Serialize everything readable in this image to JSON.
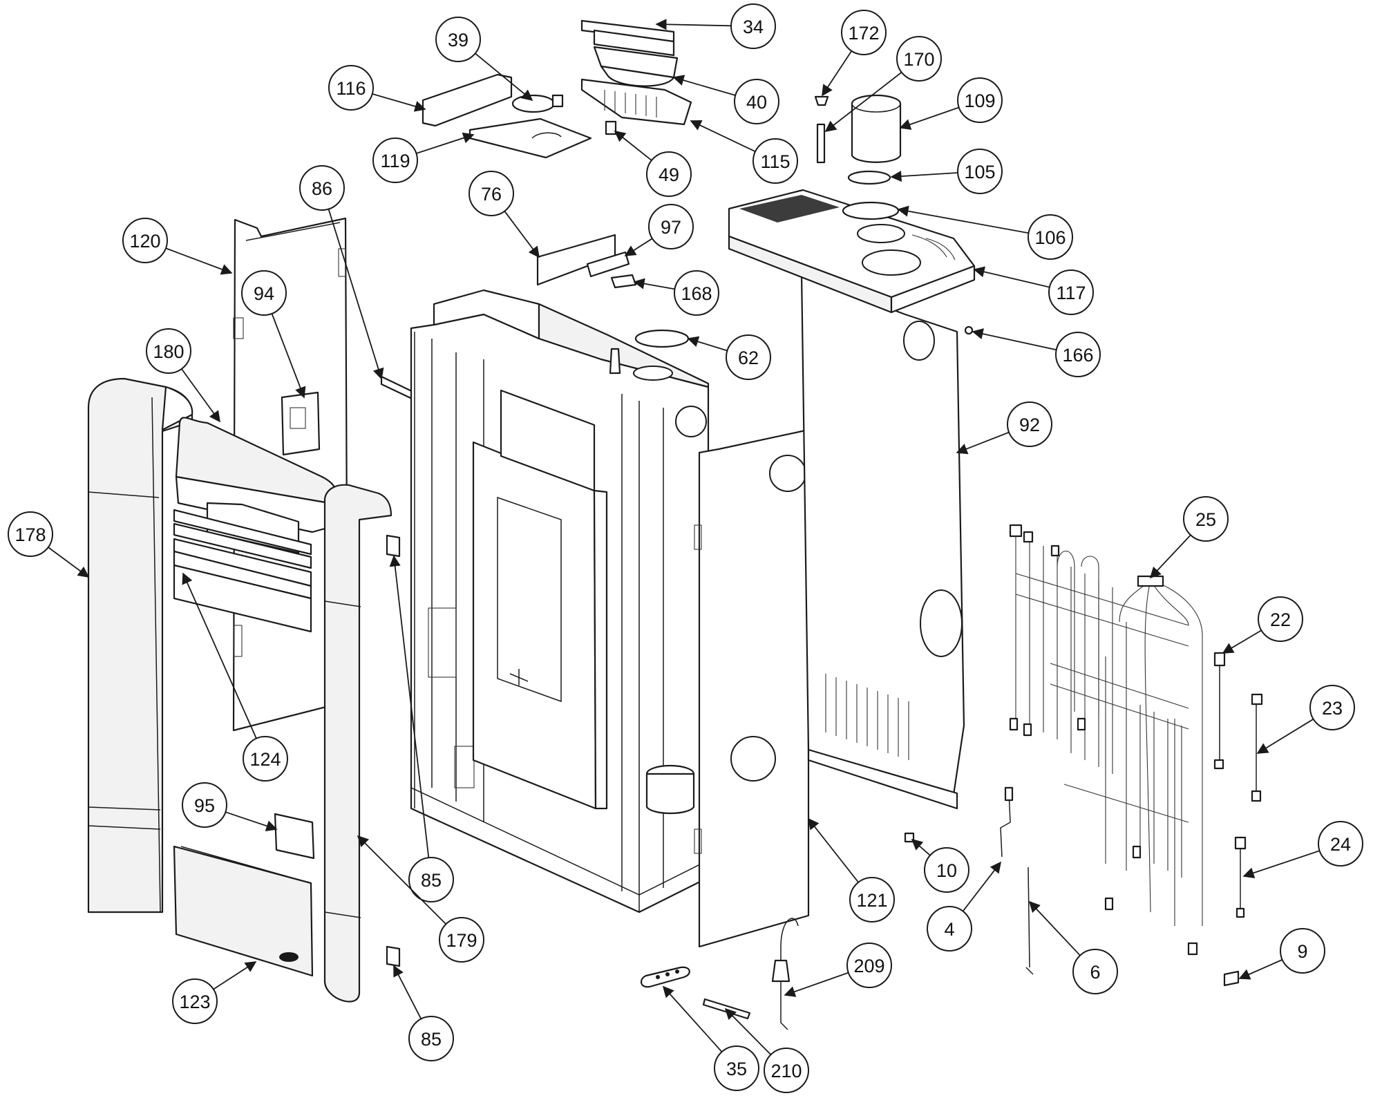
{
  "diagram": {
    "callouts": [
      {
        "label": "34"
      },
      {
        "label": "39"
      },
      {
        "label": "172"
      },
      {
        "label": "170"
      },
      {
        "label": "116"
      },
      {
        "label": "40"
      },
      {
        "label": "109"
      },
      {
        "label": "119"
      },
      {
        "label": "115"
      },
      {
        "label": "49"
      },
      {
        "label": "105"
      },
      {
        "label": "86"
      },
      {
        "label": "76"
      },
      {
        "label": "97"
      },
      {
        "label": "106"
      },
      {
        "label": "120"
      },
      {
        "label": "168"
      },
      {
        "label": "117"
      },
      {
        "label": "94"
      },
      {
        "label": "62"
      },
      {
        "label": "166"
      },
      {
        "label": "180"
      },
      {
        "label": "92"
      },
      {
        "label": "178"
      },
      {
        "label": "25"
      },
      {
        "label": "22"
      },
      {
        "label": "23"
      },
      {
        "label": "124"
      },
      {
        "label": "95"
      },
      {
        "label": "24"
      },
      {
        "label": "10"
      },
      {
        "label": "85"
      },
      {
        "label": "121"
      },
      {
        "label": "4"
      },
      {
        "label": "179"
      },
      {
        "label": "9"
      },
      {
        "label": "209"
      },
      {
        "label": "6"
      },
      {
        "label": "123"
      },
      {
        "label": "85"
      },
      {
        "label": "35"
      },
      {
        "label": "210"
      }
    ]
  }
}
